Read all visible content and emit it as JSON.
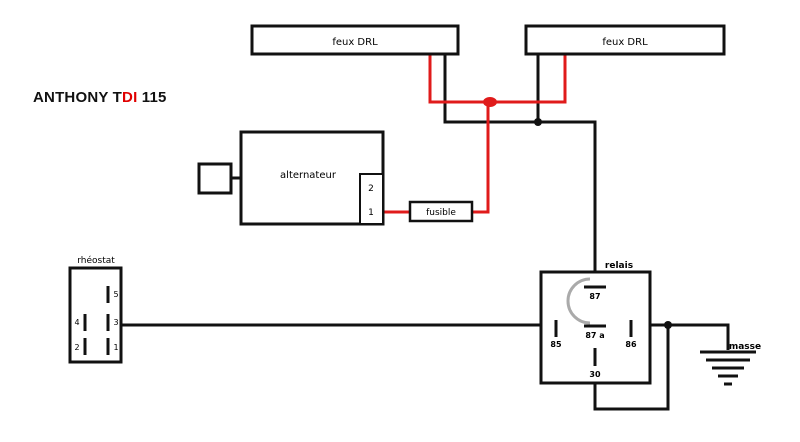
{
  "title": {
    "part1": "ANTHONY T",
    "part2": "DI",
    "part3": " 115"
  },
  "colors": {
    "wire": "#111111",
    "positive_wire": "#e01b1b",
    "accent": "#e00000",
    "relay_arc": "#aaaaaa"
  },
  "components": {
    "drl_left": "feux DRL",
    "drl_right": "feux DRL",
    "alternator": "alternateur",
    "alt_pin_2": "2",
    "alt_pin_1": "1",
    "fuse": "fusible",
    "rheostat": "rhéostat",
    "rheo_pin_5": "5",
    "rheo_pin_4": "4",
    "rheo_pin_3": "3",
    "rheo_pin_2": "2",
    "rheo_pin_1": "1",
    "relay": "relais",
    "relay_87": "87",
    "relay_87a": "87 a",
    "relay_85": "85",
    "relay_86": "86",
    "relay_30": "30",
    "ground": "masse"
  }
}
